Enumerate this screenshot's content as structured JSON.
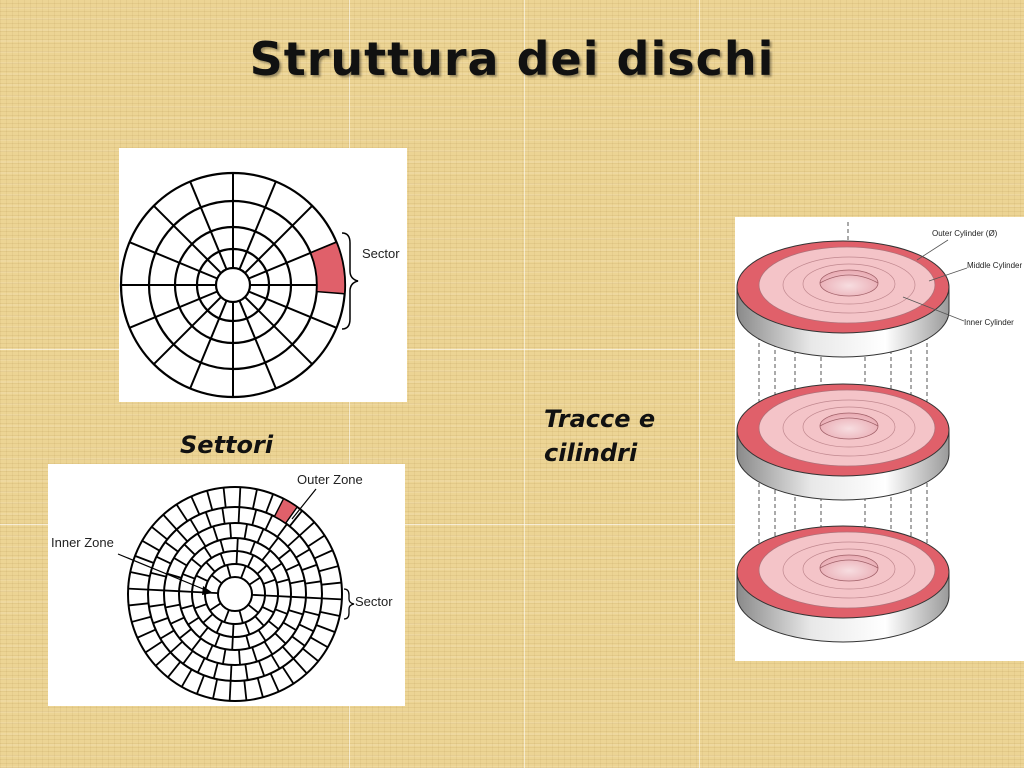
{
  "slide": {
    "title": "Struttura dei dischi",
    "caption_sectors": "Settori",
    "caption_tracks_line1": "Tracce e",
    "caption_tracks_line2": "cilindri"
  },
  "diagram_sectors": {
    "sector_label": "Sector"
  },
  "diagram_zones": {
    "outer_zone_label": "Outer Zone",
    "inner_zone_label": "Inner Zone",
    "sector_label": "Sector"
  },
  "diagram_cylinders": {
    "outer_cylinder_label": "Outer Cylinder (Ø)",
    "middle_cylinder_label": "Middle Cylinder",
    "inner_cylinder_label": "Inner Cylinder"
  },
  "colors": {
    "accent_red": "#e0606a",
    "light_pink": "#f4c4c8",
    "background": "#ecd494"
  }
}
